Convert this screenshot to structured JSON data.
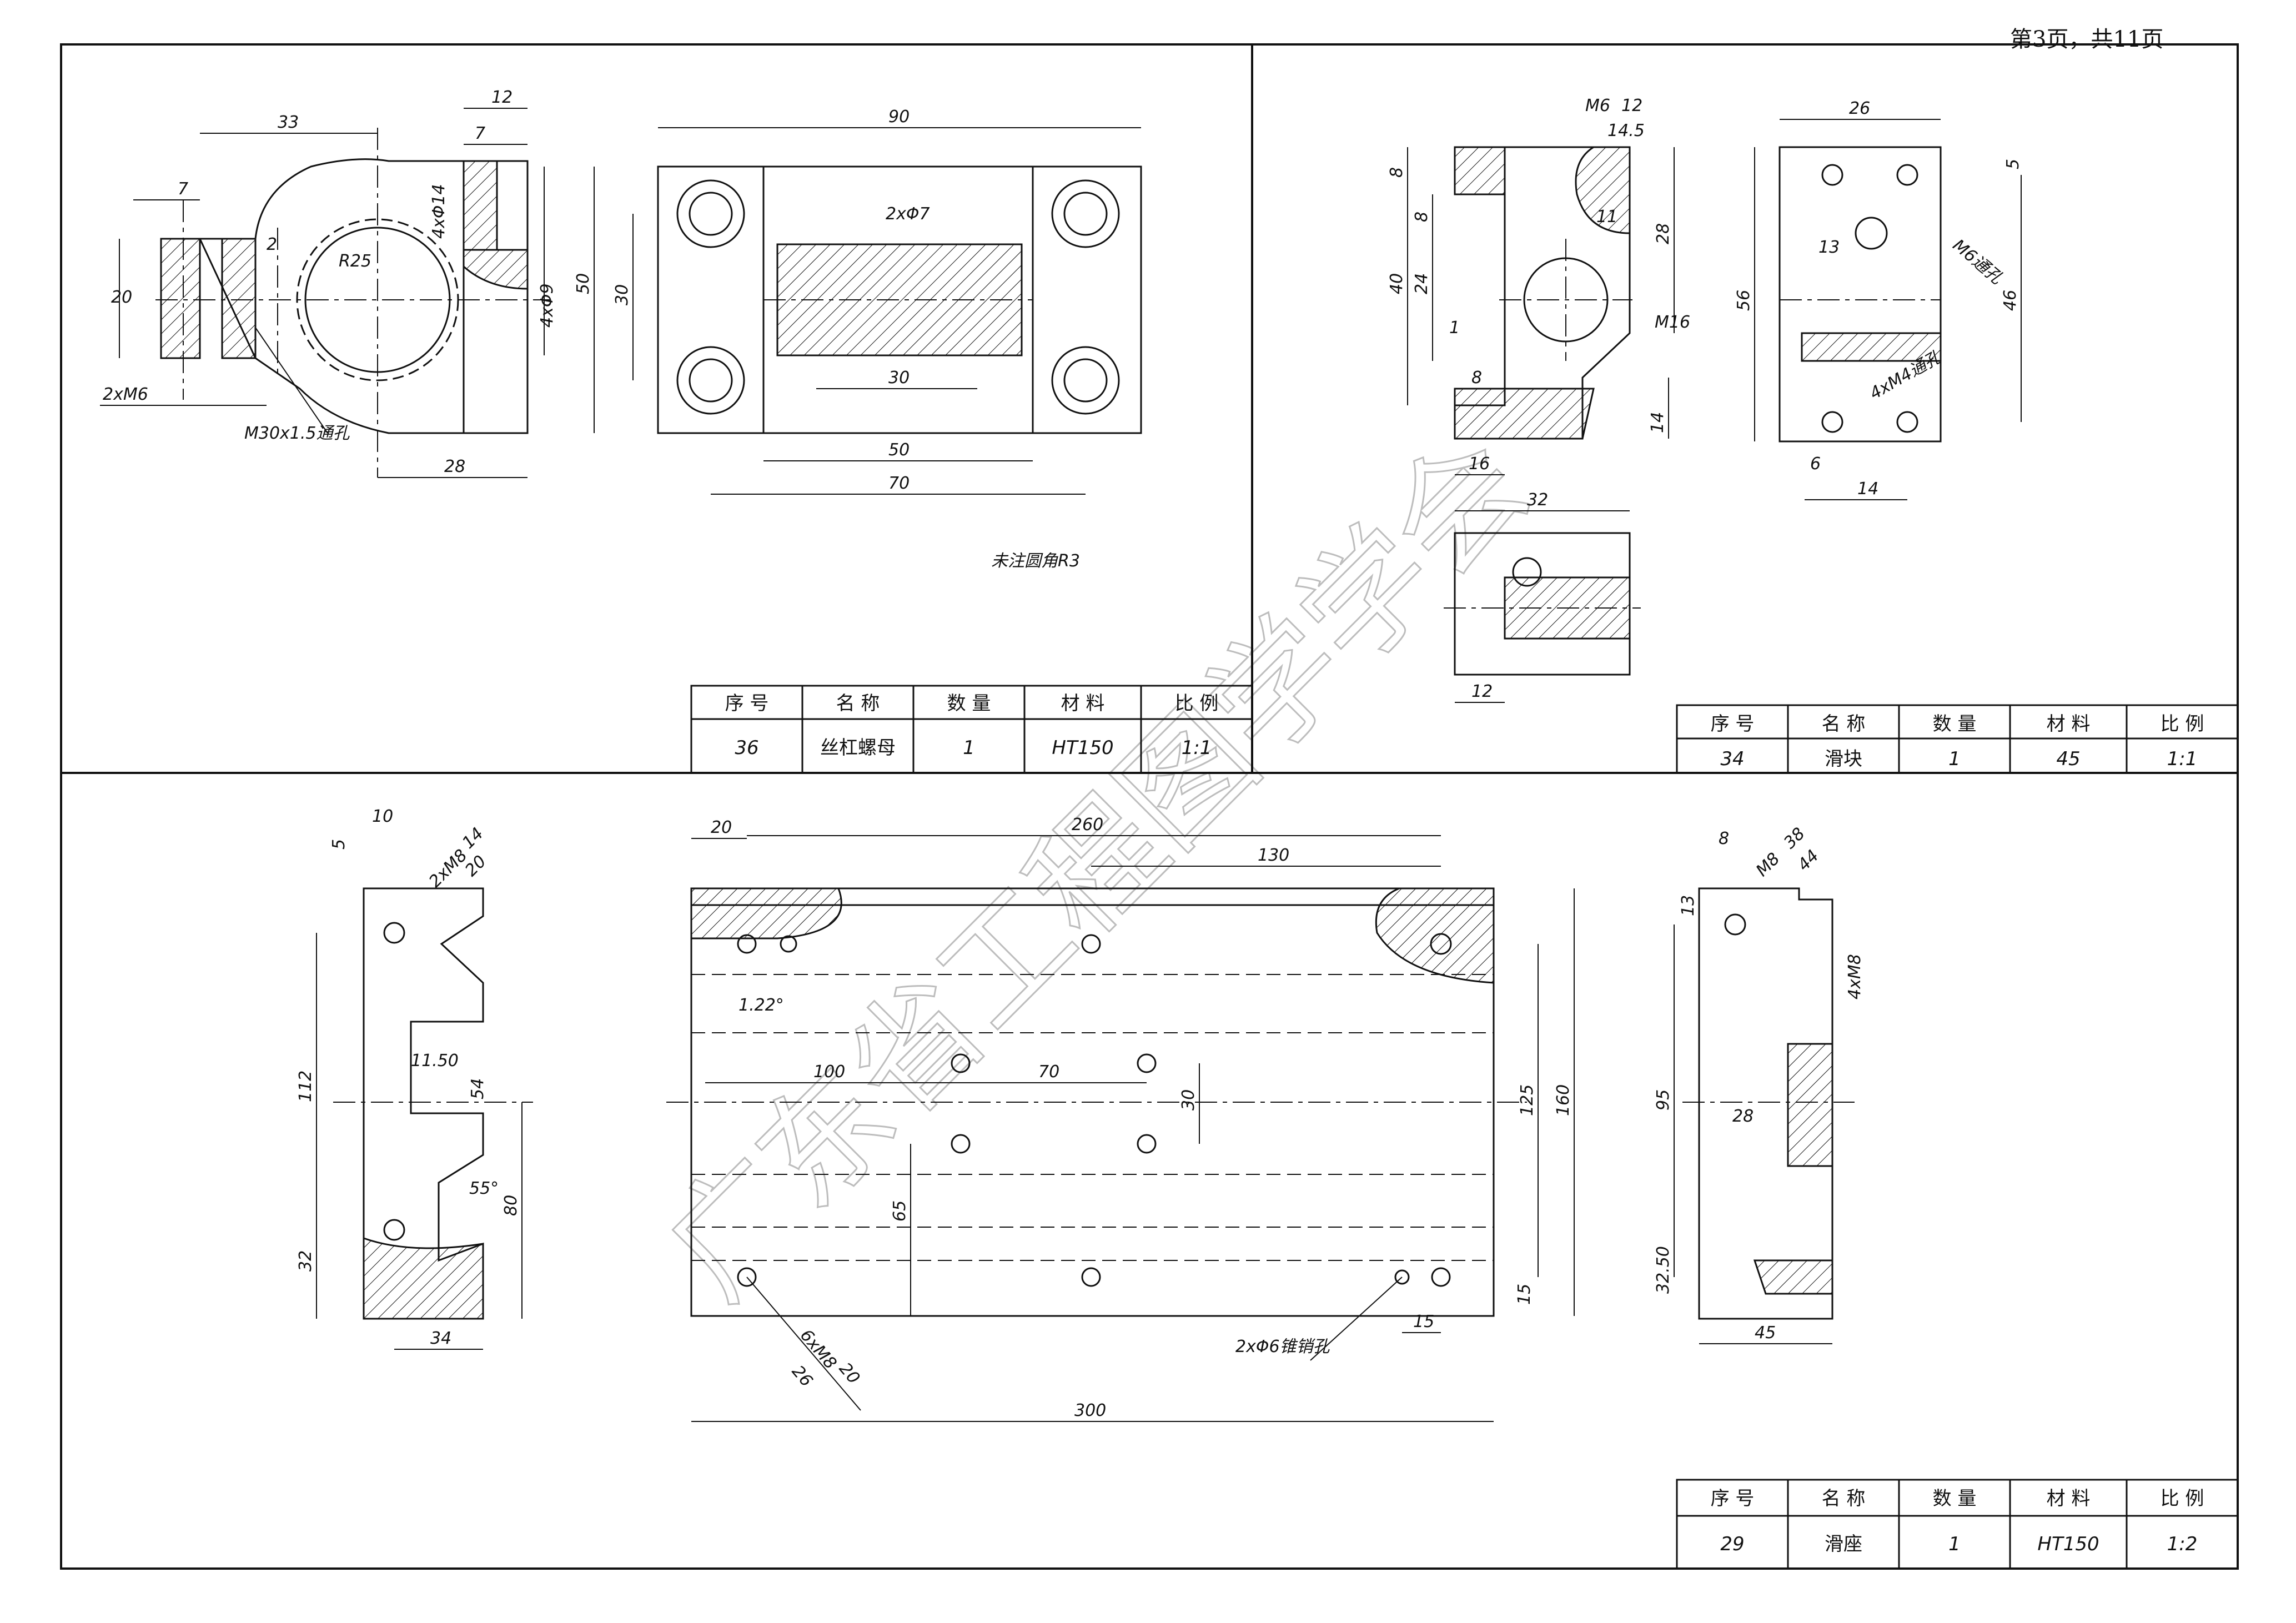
{
  "page_label": "第3页，共11页",
  "watermark": "广东省工程图学学会",
  "colors": {
    "line": "#111111",
    "watermark": "#bdbdbd",
    "paper": "#ffffff"
  },
  "part36": {
    "dims": {
      "d33": "33",
      "d12": "12",
      "d7a": "7",
      "d7b": "7",
      "d20": "20",
      "d2": "2",
      "r25": "R25",
      "d4x14": "4xΦ14",
      "d4x9": "4xΦ9",
      "d2xm6": "2xM6",
      "m30": "M30x1.5通孔",
      "d28": "28",
      "d90": "90",
      "d50v": "50",
      "d30v": "30",
      "d2x7": "2xΦ7",
      "d30h": "30",
      "d50h": "50",
      "d70": "70"
    },
    "note": "未注圆角R3",
    "table": {
      "headers": [
        "序 号",
        "名 称",
        "数 量",
        "材 料",
        "比 例"
      ],
      "values": [
        "36",
        "丝杠螺母",
        "1",
        "HT150",
        "1:1"
      ]
    }
  },
  "part34": {
    "dims": {
      "m6": "M6",
      "m6d": "12",
      "m6b": "14.5",
      "d8a": "8",
      "d8b": "8",
      "d40": "40",
      "d24": "24",
      "d1": "1",
      "d8c": "8",
      "d11": "11",
      "d28": "28",
      "m16": "M16",
      "d14": "14",
      "d16": "16",
      "d32": "32",
      "d12": "12",
      "d26": "26",
      "d5": "5",
      "d13": "13",
      "m6t": "M6通孔",
      "d56": "56",
      "d46": "46",
      "m4": "4xM4通孔",
      "d6": "6",
      "d14b": "14"
    },
    "table": {
      "headers": [
        "序 号",
        "名 称",
        "数 量",
        "材 料",
        "比 例"
      ],
      "values": [
        "34",
        "滑块",
        "1",
        "45",
        "1:1"
      ]
    }
  },
  "part29": {
    "dims": {
      "d10": "10",
      "d5": "5",
      "m8a": "2xM8",
      "m8a1": "14",
      "m8a2": "20",
      "d112": "112",
      "d1150": "11.50",
      "d54": "54",
      "d55": "55°",
      "d80": "80",
      "d32": "32",
      "d34": "34",
      "d20": "20",
      "d260": "260",
      "d130": "130",
      "d122": "1.22°",
      "d100": "100",
      "d70": "70",
      "d30": "30",
      "d65": "65",
      "d125": "125",
      "d160": "160",
      "d15v": "15",
      "d15h": "15",
      "m8b": "6xM8",
      "m8b1": "20",
      "m8b2": "26",
      "d6": "2xΦ6锥销孔",
      "d300": "300",
      "d8": "8",
      "m8c": "M8",
      "m8c1": "38",
      "m8c2": "44",
      "d13": "13",
      "m8d": "4xM8",
      "d95": "95",
      "d28": "28",
      "d3250": "32.50",
      "d45": "45"
    },
    "table": {
      "headers": [
        "序 号",
        "名 称",
        "数 量",
        "材 料",
        "比 例"
      ],
      "values": [
        "29",
        "滑座",
        "1",
        "HT150",
        "1:2"
      ]
    }
  }
}
